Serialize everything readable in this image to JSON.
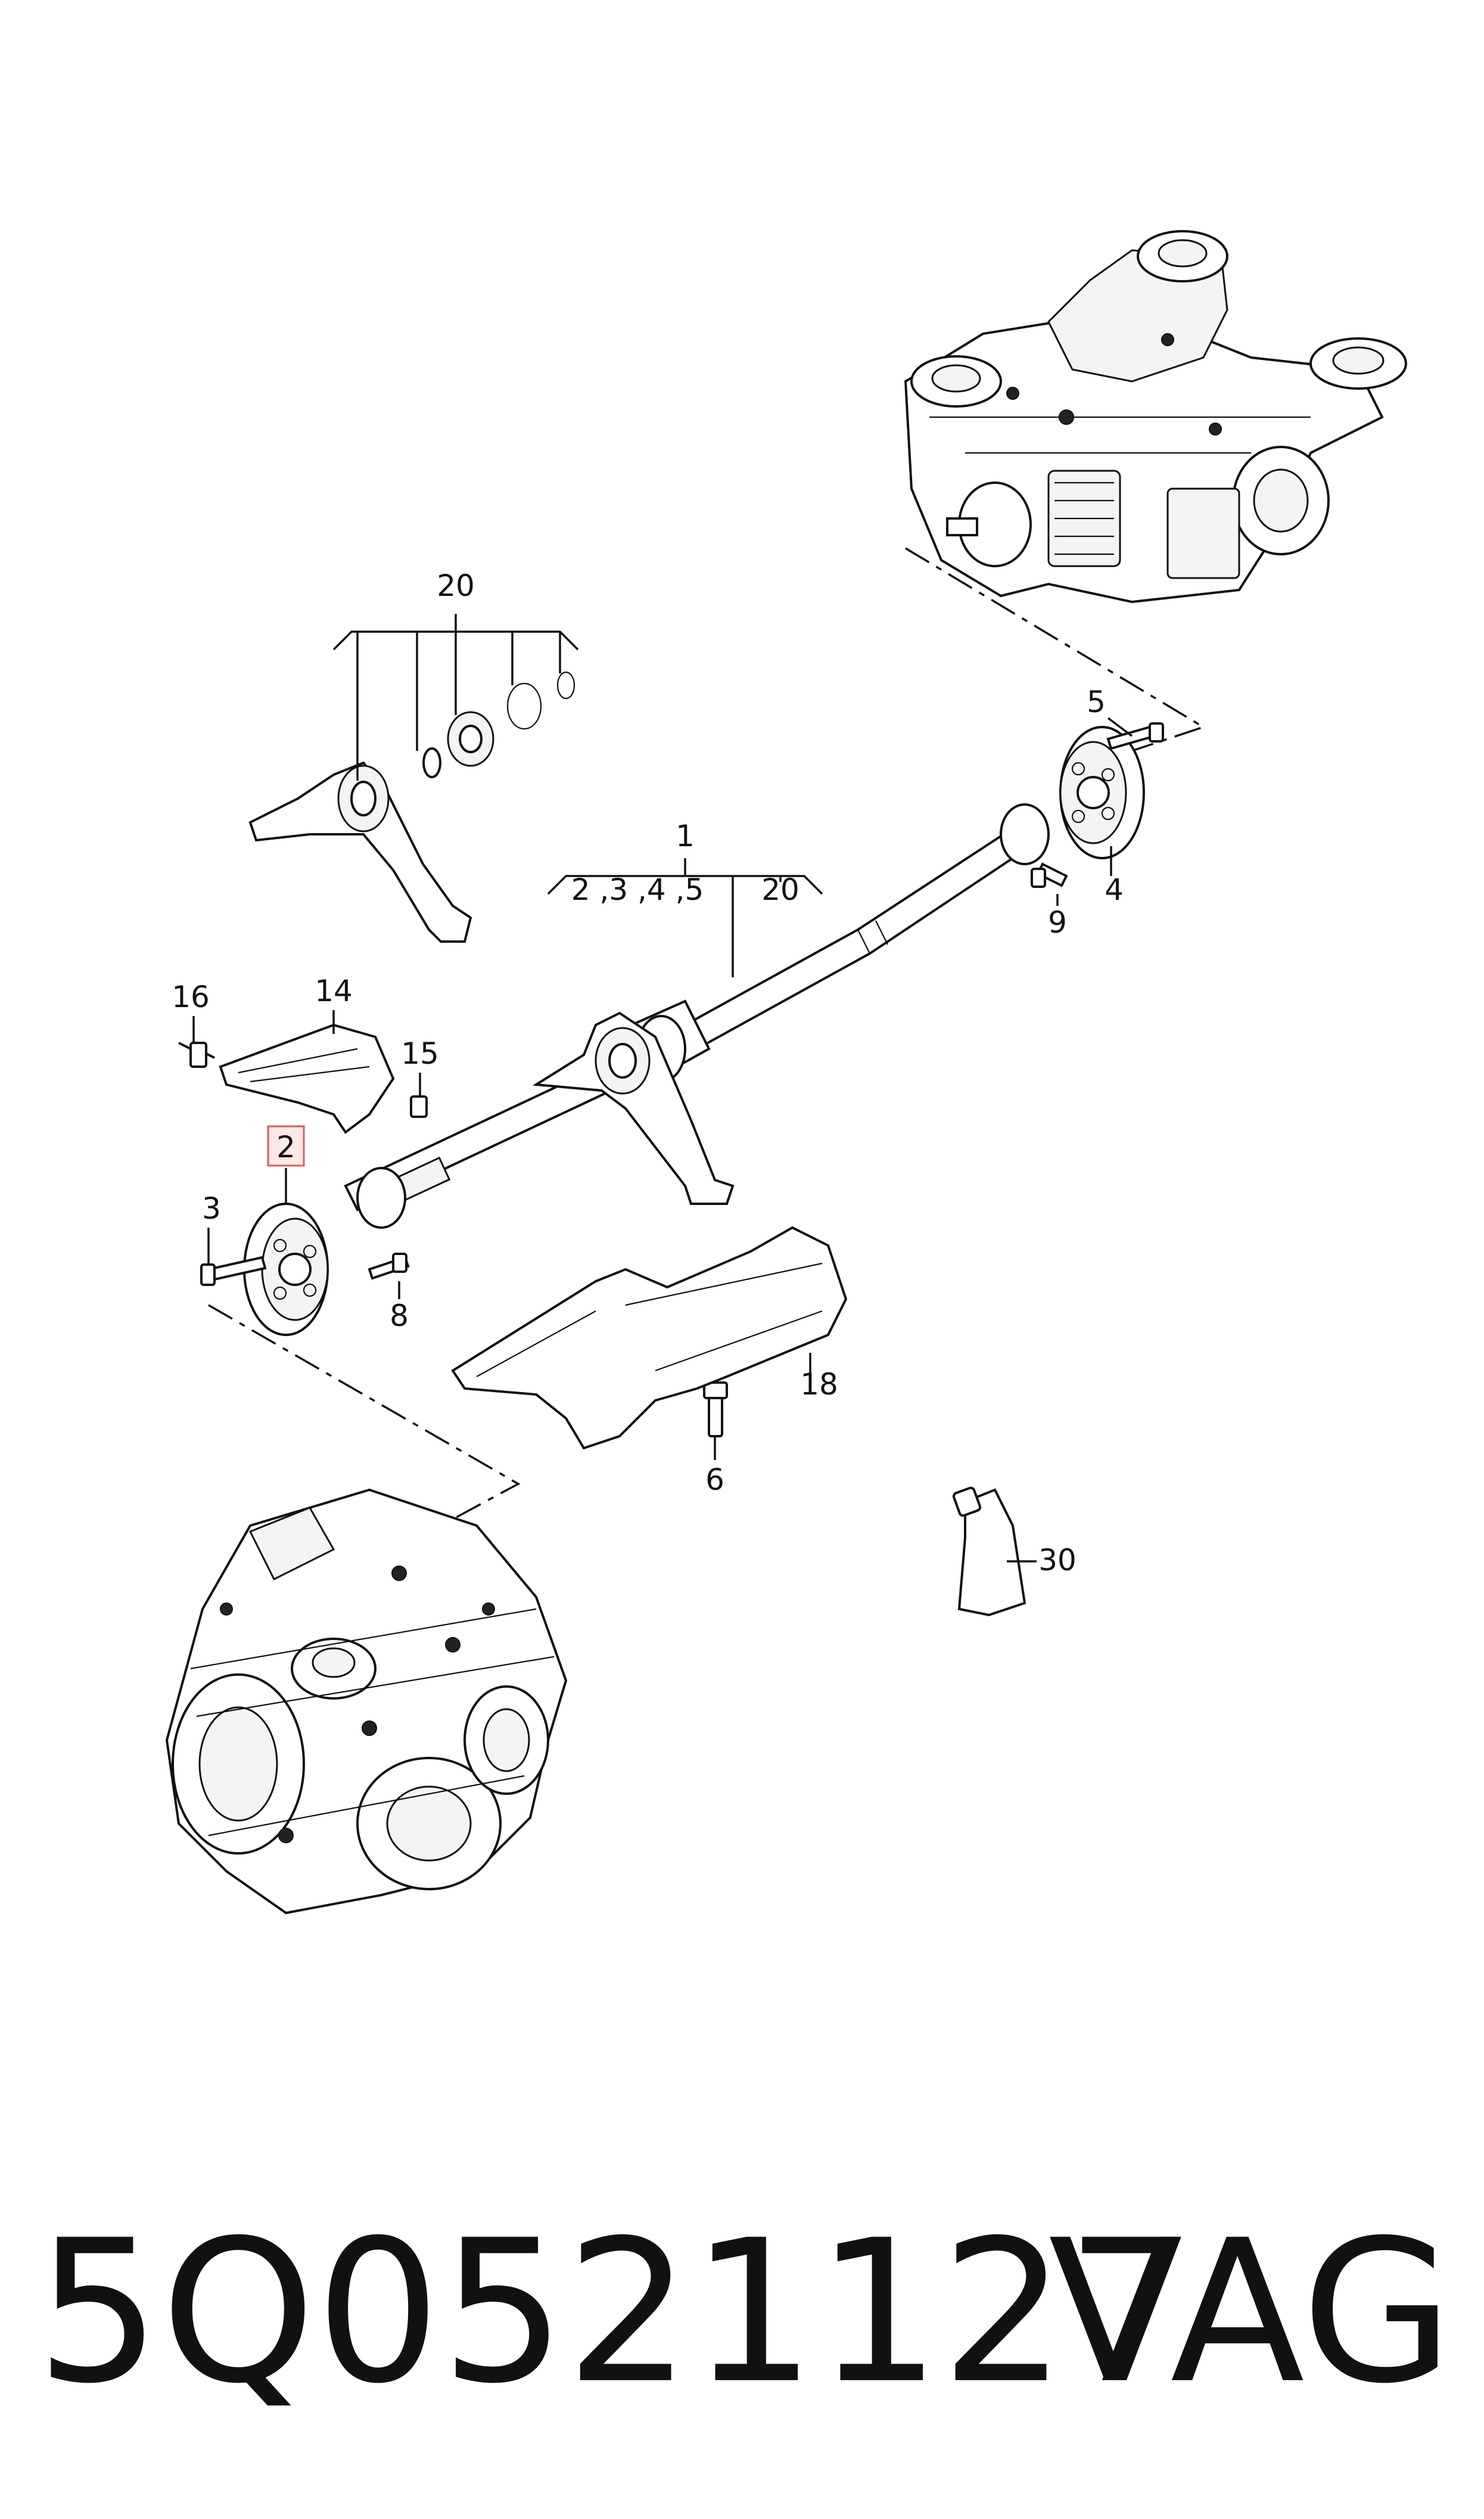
{
  "callouts": [
    {
      "id": "c1",
      "text": "1"
    },
    {
      "id": "c1sub",
      "text": "2 ,3 ,4 ,5"
    },
    {
      "id": "c1b",
      "text": "20"
    },
    {
      "id": "c2",
      "text": "2"
    },
    {
      "id": "c3",
      "text": "3"
    },
    {
      "id": "c4",
      "text": "4"
    },
    {
      "id": "c5",
      "text": "5"
    },
    {
      "id": "c6",
      "text": "6"
    },
    {
      "id": "c8",
      "text": "8"
    },
    {
      "id": "c9",
      "text": "9"
    },
    {
      "id": "c14",
      "text": "14"
    },
    {
      "id": "c15",
      "text": "15"
    },
    {
      "id": "c16",
      "text": "16"
    },
    {
      "id": "c18",
      "text": "18"
    },
    {
      "id": "c20",
      "text": "20"
    },
    {
      "id": "c30",
      "text": "30"
    }
  ],
  "footer": {
    "part_number": "5Q0521127",
    "brand": "VAG"
  },
  "colors": {
    "line": "#111111",
    "highlight_border": "#e05a5a",
    "highlight_fill": "#fde8e8",
    "background": "#ffffff"
  }
}
